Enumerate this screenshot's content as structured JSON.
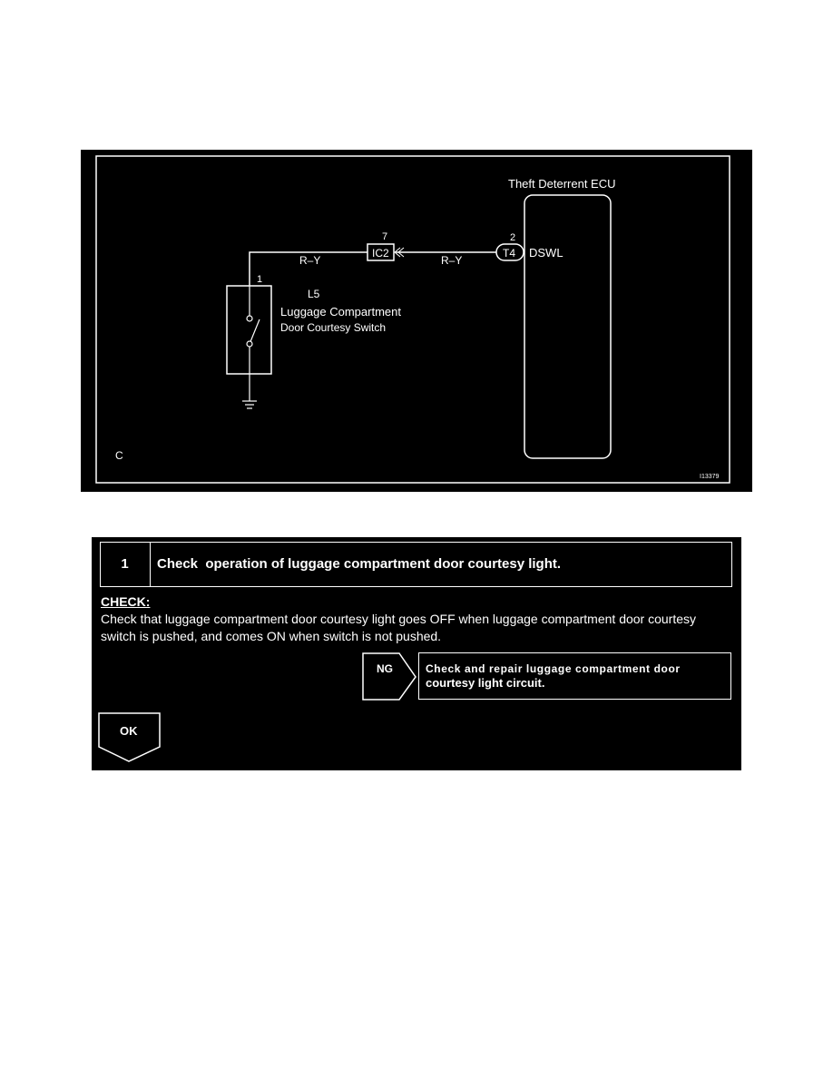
{
  "colors": {
    "background": "#000000",
    "foreground": "#ffffff",
    "page": "#ffffff"
  },
  "wiring_diagram": {
    "ecu_label": "Theft Deterrent ECU",
    "ecu_pin_number": "2",
    "ecu_connector": "T4",
    "ecu_terminal": "DSWL",
    "junction_pin": "7",
    "junction_connector": "IC2",
    "wire_left": "R–Y",
    "wire_right": "R–Y",
    "switch_pin": "1",
    "switch_code": "L5",
    "switch_name_line1": "Luggage Compartment",
    "switch_name_line2": "Door Courtesy Switch",
    "corner_label": "C",
    "figure_id": "I13379",
    "icons": [
      "ground-icon",
      "switch-icon"
    ]
  },
  "procedure": {
    "step_number": "1",
    "step_title": "Check  operation of luggage compartment door courtesy light.",
    "check_heading": "CHECK:",
    "check_line1": "Check that luggage compartment door courtesy light goes OFF when luggage compartment door courtesy",
    "check_line2": "switch is pushed, and comes ON when switch is not pushed.",
    "ng_label": "NG",
    "ng_action_line1": "Check and repair luggage compartment door",
    "ng_action_line2": "courtesy light circuit.",
    "ok_label": "OK"
  }
}
